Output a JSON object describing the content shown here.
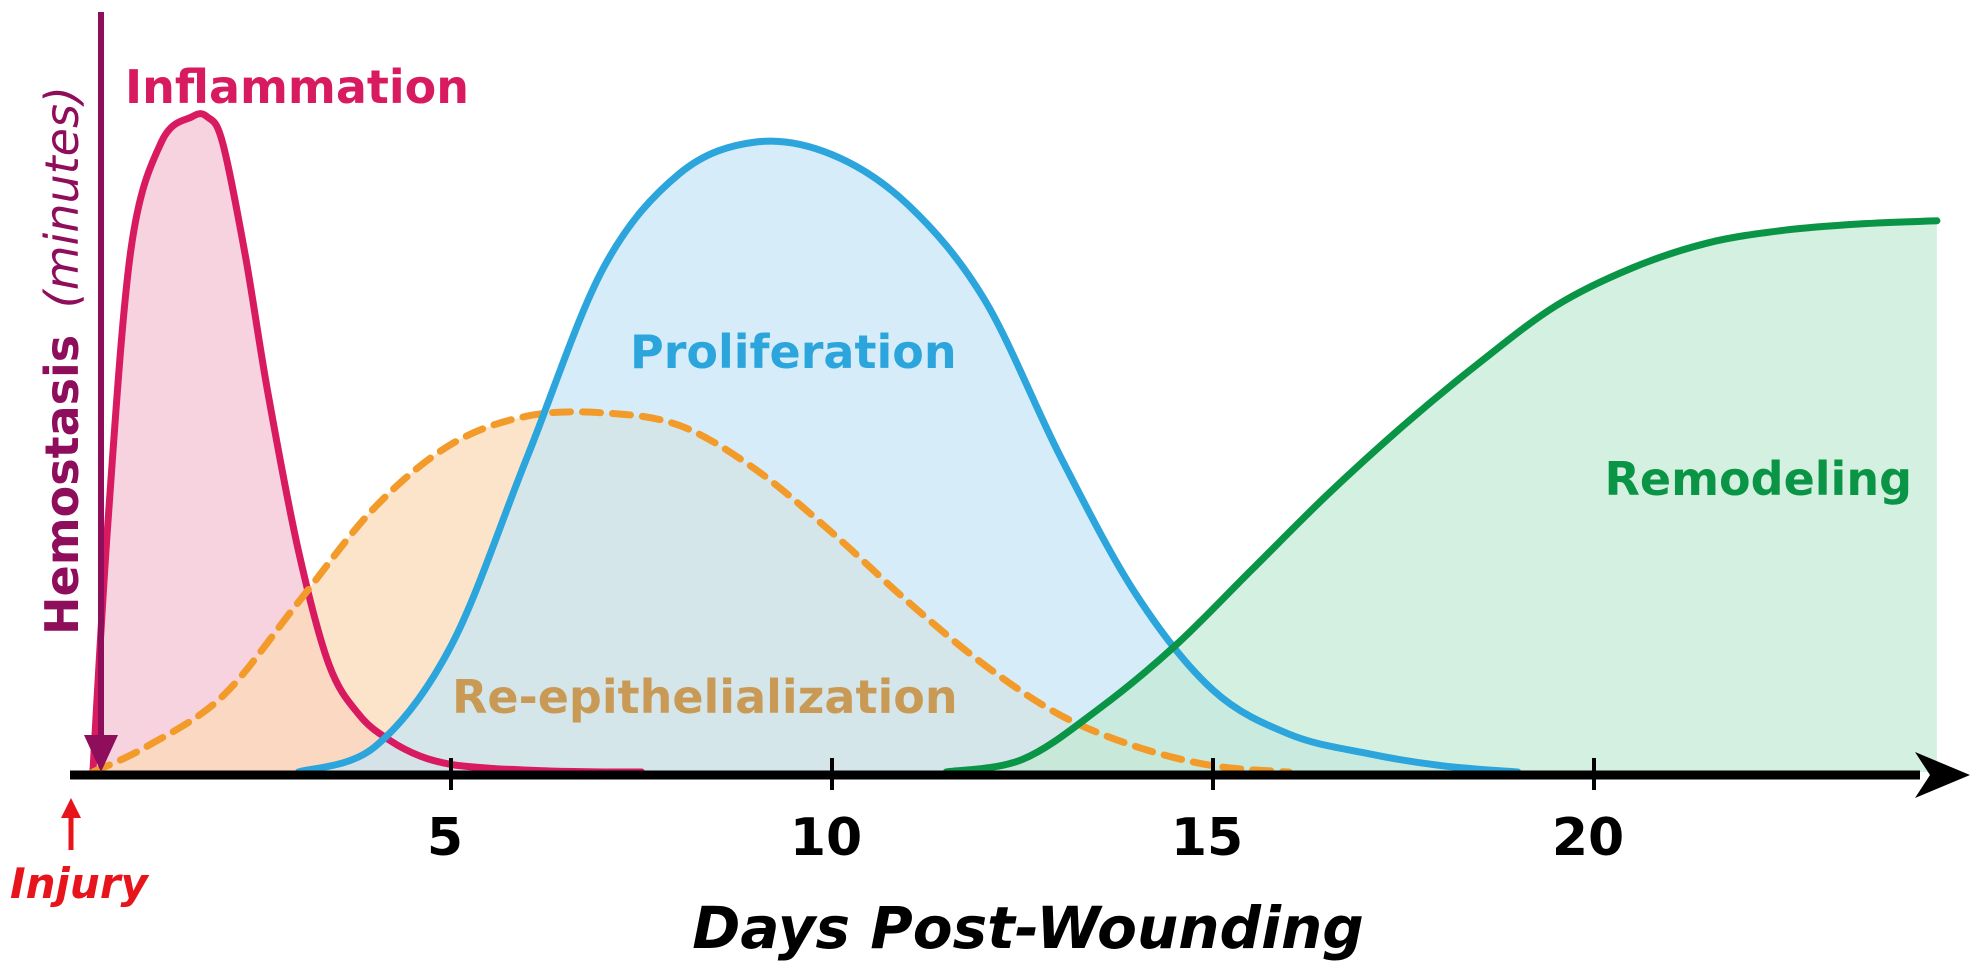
{
  "chart_data": {
    "type": "area",
    "title": "",
    "xlabel": "Days Post-Wounding",
    "ylabel": "",
    "xlim": [
      -0.4,
      25
    ],
    "ylim": [
      0,
      1
    ],
    "xticks": [
      5,
      10,
      15,
      20
    ],
    "tick_labels": [
      "5",
      "10",
      "15",
      "20"
    ],
    "grid": false,
    "legend": "none",
    "series": [
      {
        "name": "Inflammation",
        "style": "solid",
        "color": "#d81b60",
        "fill": "#f4c2d4",
        "x": [
          0.3,
          0.5,
          0.8,
          1.2,
          1.6,
          1.8,
          2.0,
          2.3,
          2.6,
          3.0,
          3.4,
          3.8,
          4.2,
          4.6,
          5.0,
          5.5,
          6.0,
          6.5,
          7.0,
          7.5
        ],
        "y": [
          0.0,
          0.4,
          0.83,
          1.0,
          1.04,
          1.04,
          1.0,
          0.82,
          0.6,
          0.35,
          0.17,
          0.09,
          0.05,
          0.025,
          0.012,
          0.006,
          0.003,
          0.001,
          0.0,
          0.0
        ]
      },
      {
        "name": "Re-epithelialization",
        "style": "dashed",
        "color": "#f39b2a",
        "fill": "#fbd9b5",
        "x": [
          0.3,
          1.0,
          2.0,
          3.0,
          4.0,
          5.0,
          6.0,
          7.0,
          8.0,
          9.0,
          10.0,
          11.0,
          12.0,
          13.0,
          14.0,
          15.0,
          16.0
        ],
        "y": [
          0.0,
          0.04,
          0.12,
          0.27,
          0.42,
          0.52,
          0.565,
          0.57,
          0.55,
          0.48,
          0.38,
          0.27,
          0.17,
          0.09,
          0.04,
          0.01,
          0.0
        ]
      },
      {
        "name": "Proliferation",
        "style": "solid",
        "color": "#2ba5dc",
        "fill": "#c6e6f7",
        "x": [
          3.0,
          4.0,
          5.0,
          6.0,
          7.0,
          8.0,
          9.0,
          10.0,
          11.0,
          12.0,
          13.0,
          14.0,
          15.0,
          16.0,
          17.0,
          18.0,
          19.0
        ],
        "y": [
          0.0,
          0.04,
          0.2,
          0.5,
          0.8,
          0.95,
          1.0,
          0.98,
          0.9,
          0.75,
          0.5,
          0.28,
          0.13,
          0.06,
          0.03,
          0.01,
          0.0
        ]
      },
      {
        "name": "Remodeling",
        "style": "solid",
        "color": "#0a9446",
        "fill": "#c4ead4",
        "x": [
          11.5,
          12.5,
          13.5,
          14.5,
          15.5,
          16.5,
          17.5,
          18.5,
          19.5,
          20.5,
          21.5,
          22.5,
          23.5,
          24.5
        ],
        "y": [
          0.0,
          0.02,
          0.1,
          0.2,
          0.32,
          0.44,
          0.55,
          0.65,
          0.74,
          0.8,
          0.84,
          0.86,
          0.87,
          0.875
        ]
      }
    ],
    "annotations": {
      "hemostasis_bold": "Hemostasis",
      "hemostasis_italic": "(minutes)",
      "injury": "Injury"
    },
    "colors": {
      "hemostasis": "#8e0e5c",
      "injury": "#e8141c",
      "axis": "#000000",
      "reepi_label": "#c99a55"
    }
  }
}
